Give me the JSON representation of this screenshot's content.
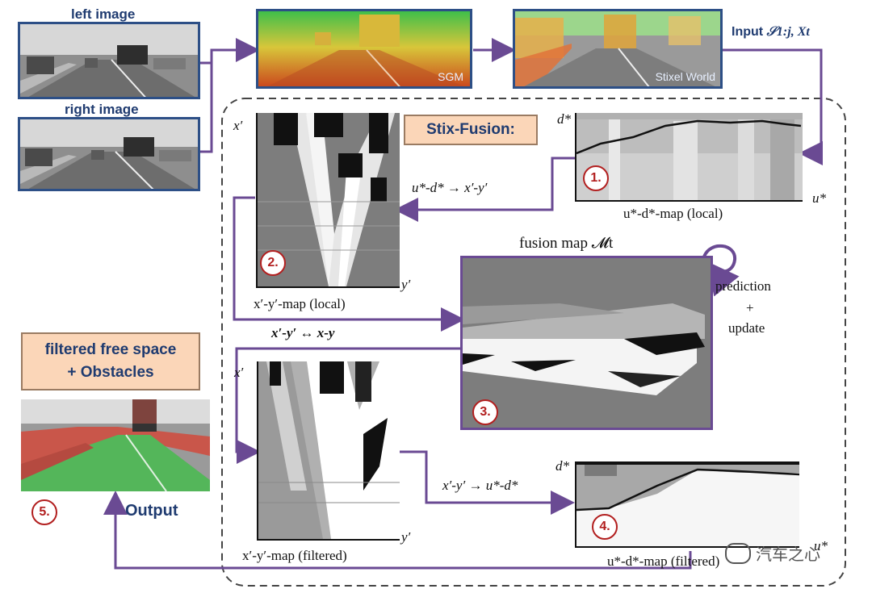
{
  "inputs": {
    "left_label": "left image",
    "right_label": "right image"
  },
  "stages": {
    "sgm_label": "SGM",
    "stixel_label": "Stixel World",
    "input_label": "Input",
    "input_formula": "𝒮1:j, Xt"
  },
  "stix_fusion": {
    "title": "Stix-Fusion:"
  },
  "maps": {
    "ud_local_caption": "u*-d*-map (local)",
    "ud_local_y": "d*",
    "ud_local_x": "u*",
    "ud_to_xy": "u*-d* → x′-y′",
    "xy_local_caption": "x′-y′-map (local)",
    "xy_local_y": "x′",
    "xy_local_x": "y′",
    "xy_global": "x′-y′ ↔ x-y",
    "fusion_caption": "fusion map 𝓜t",
    "prediction": "prediction",
    "plus": "+",
    "update": "update",
    "xy_filtered_caption": "x′-y′-map (filtered)",
    "xy_filtered_y": "x′",
    "xy_filtered_x": "y′",
    "xy_to_ud": "x′-y′ → u*-d*",
    "ud_filtered_caption": "u*-d*-map (filtered)",
    "ud_filtered_y": "d*",
    "ud_filtered_x": "u*"
  },
  "output": {
    "box_line1": "filtered free space",
    "box_line2": "+ Obstacles",
    "label": "Output"
  },
  "steps": [
    "1.",
    "2.",
    "3.",
    "4.",
    "5."
  ],
  "watermark": "汽车之心",
  "colors": {
    "arrow": "#6a4a93",
    "frame": "#2d4f86",
    "badge": "#b21f1f",
    "peach": "#fbd6b8",
    "label_blue": "#1f3b70"
  }
}
